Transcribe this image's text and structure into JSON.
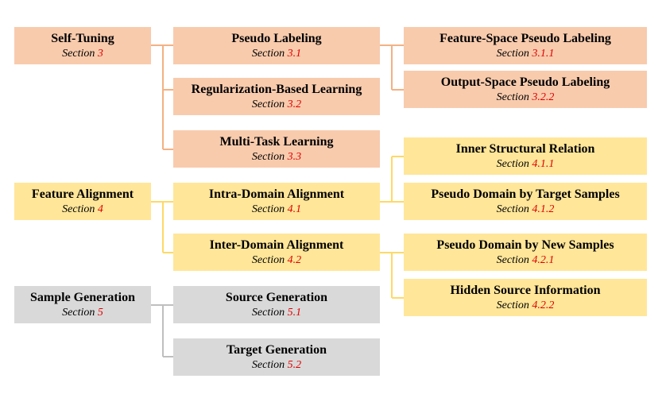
{
  "section_word": "Section",
  "nodes": {
    "self_tuning": {
      "title": "Self-Tuning",
      "section": "3"
    },
    "pseudo_labeling": {
      "title": "Pseudo Labeling",
      "section": "3.1"
    },
    "feature_space": {
      "title": "Feature-Space Pseudo Labeling",
      "section": "3.1.1"
    },
    "output_space": {
      "title": "Output-Space Pseudo Labeling",
      "section": "3.2.2"
    },
    "regularization": {
      "title": "Regularization-Based Learning",
      "section": "3.2"
    },
    "multi_task": {
      "title": "Multi-Task Learning",
      "section": "3.3"
    },
    "inner_structural": {
      "title": "Inner Structural Relation",
      "section": "4.1.1"
    },
    "feature_alignment": {
      "title": "Feature Alignment",
      "section": "4"
    },
    "intra_domain": {
      "title": "Intra-Domain Alignment",
      "section": "4.1"
    },
    "pseudo_target": {
      "title": "Pseudo Domain by Target Samples",
      "section": "4.1.2"
    },
    "inter_domain": {
      "title": "Inter-Domain Alignment",
      "section": "4.2"
    },
    "pseudo_new": {
      "title": "Pseudo Domain by New Samples",
      "section": "4.2.1"
    },
    "hidden_source": {
      "title": "Hidden Source Information",
      "section": "4.2.2"
    },
    "sample_generation": {
      "title": "Sample Generation",
      "section": "5"
    },
    "source_generation": {
      "title": "Source Generation",
      "section": "5.1"
    },
    "target_generation": {
      "title": "Target Generation",
      "section": "5.2"
    }
  },
  "colors": {
    "self_tuning_fill": "#f8cbad",
    "self_tuning_line": "#f4b183",
    "feature_alignment_fill": "#ffe699",
    "feature_alignment_line": "#ffd966",
    "sample_generation_fill": "#d9d9d9",
    "sample_generation_line": "#bfbfbf",
    "section_number": "#e00000"
  }
}
